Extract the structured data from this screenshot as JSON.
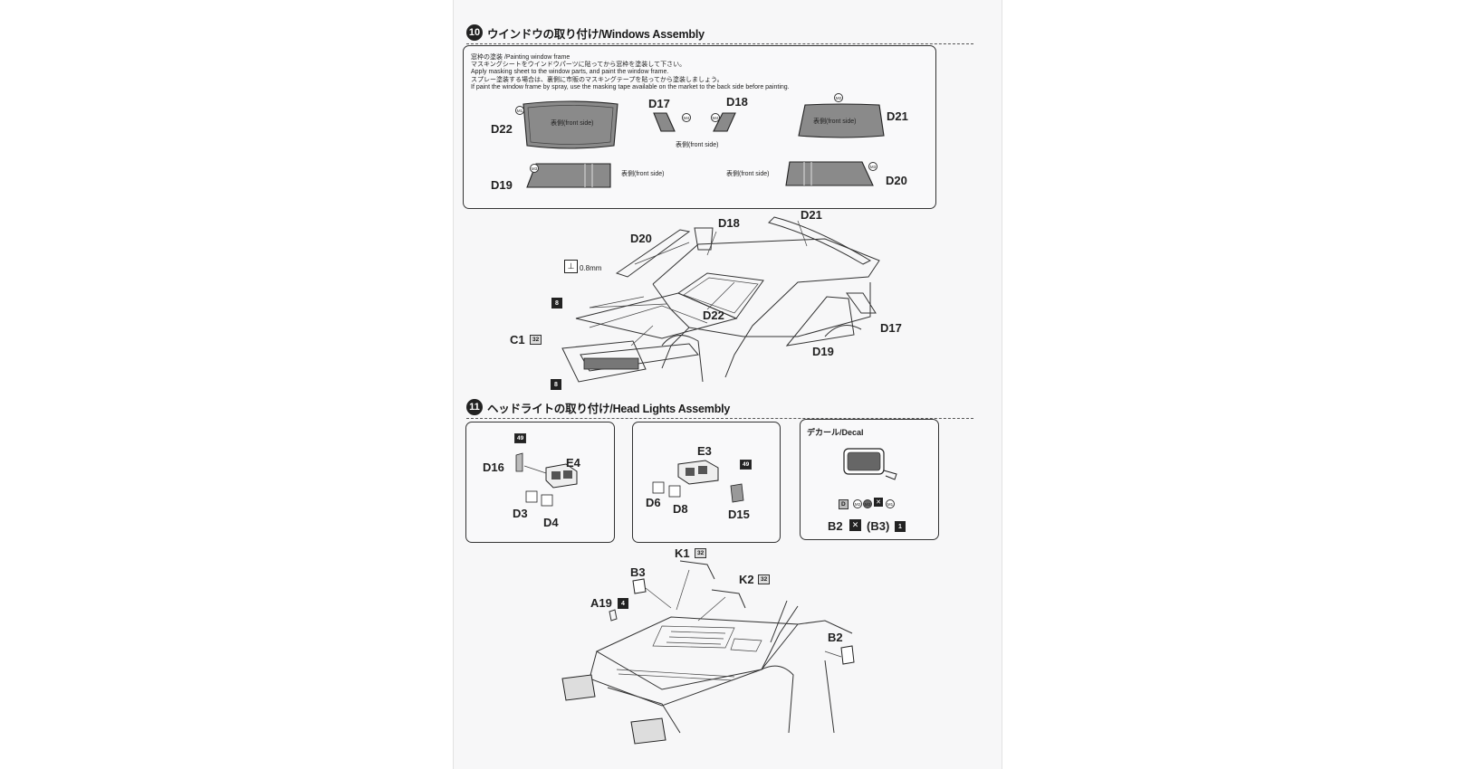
{
  "sections": {
    "windows": {
      "number": "10",
      "title": "ウインドウの取り付け/Windows Assembly",
      "notes": [
        "窓枠の塗装 /Painting window frame",
        "マスキングシートをウインドウパーツに貼ってから窓枠を塗装して下さい。",
        "Apply masking sheet to the window parts, and paint the window frame.",
        "スプレー塗装する場合は、裏側に市販のマスキングテープを貼ってから塗装しましょう。",
        "If paint the window frame by spray, use the masking tape available on the market to the back side before painting."
      ],
      "front_side": "表側(front side)",
      "parts": {
        "d22": "D22",
        "d17": "D17",
        "d18": "D18",
        "d21": "D21",
        "d19": "D19",
        "d20": "D20",
        "c1": "C1"
      },
      "circle_codes": {
        "m1": "M1",
        "m2": "M2",
        "m3": "M3",
        "m4": "M4"
      },
      "drill": "0.8mm",
      "glue_tag": "8",
      "paint_code": "32"
    },
    "headlights": {
      "number": "11",
      "title": "ヘッドライトの取り付け/Head Lights Assembly",
      "box1": {
        "d16": "D16",
        "e4": "E4",
        "d3": "D3",
        "d4": "D4",
        "paint": "49"
      },
      "box2": {
        "e3": "E3",
        "d6": "D6",
        "d8": "D8",
        "d15": "D15",
        "paint": "49"
      },
      "decal": {
        "title": "デカール/Decal",
        "codes": [
          "D",
          "M2",
          "M3",
          "M1"
        ],
        "b2": "B2",
        "b3": "(B3)",
        "one": "1"
      },
      "bottom": {
        "k1": "K1",
        "k2": "K2",
        "b3": "B3",
        "a19": "A19",
        "b2": "B2",
        "paint_k": "32",
        "paint_a": "4"
      }
    }
  }
}
